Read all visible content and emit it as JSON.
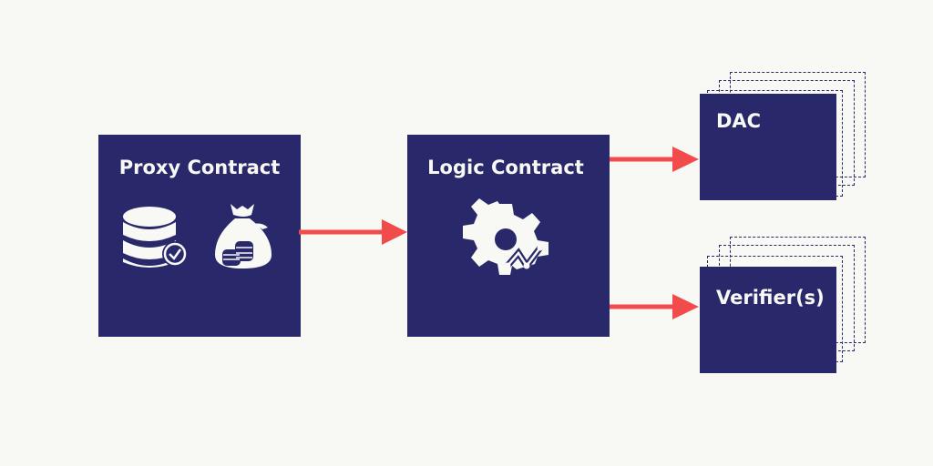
{
  "diagram": {
    "nodes": [
      {
        "id": "proxy",
        "label": "Proxy Contract",
        "icons": [
          "database-check-icon",
          "money-bag-icon"
        ]
      },
      {
        "id": "logic",
        "label": "Logic Contract",
        "icons": [
          "gear-chart-icon"
        ]
      },
      {
        "id": "dac",
        "label": "DAC",
        "stacked": true
      },
      {
        "id": "verifier",
        "label": "Verifier(s)",
        "stacked": true
      }
    ],
    "edges": [
      {
        "from": "proxy",
        "to": "logic"
      },
      {
        "from": "logic",
        "to": "dac"
      },
      {
        "from": "logic",
        "to": "verifier"
      }
    ],
    "colors": {
      "box": "#28286a",
      "arrow": "#f24b4b",
      "background": "#f8f8f4",
      "text": "#f8f8f4"
    }
  }
}
